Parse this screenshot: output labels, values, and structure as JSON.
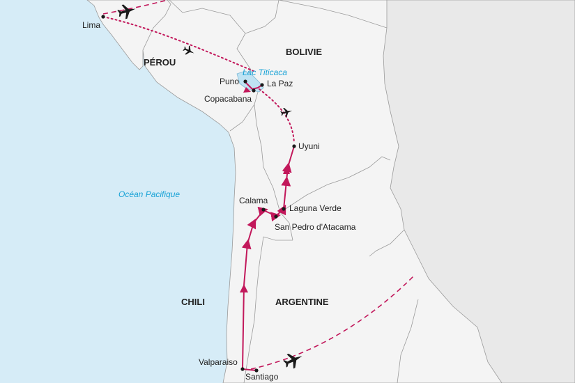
{
  "colors": {
    "ocean": "#d6ecf7",
    "land": "#f4f4f4",
    "foreign_land": "#e9e9e9",
    "border": "#9a9a9a",
    "route": "#c2185b",
    "flight": "#c2185b",
    "lake": "#bfe3f3",
    "water_label": "#1aa3d6"
  },
  "water_labels": {
    "ocean": "Océan Pacifique",
    "lake": "Lac Titicaca"
  },
  "countries": {
    "peru": "PÉROU",
    "bolivia": "BOLIVIE",
    "chile": "CHILI",
    "argentina": "ARGENTINE"
  },
  "places": {
    "lima": "Lima",
    "puno": "Puno",
    "copacabana": "Copacabana",
    "la_paz": "La Paz",
    "uyuni": "Uyuni",
    "calama": "Calama",
    "laguna_verde": "Laguna Verde",
    "san_pedro": "San Pedro d'Atacama",
    "valparaiso": "Valparaiso",
    "santiago": "Santiago"
  },
  "icons": {
    "flight": "airplane-icon",
    "stop": "city-dot-icon"
  }
}
